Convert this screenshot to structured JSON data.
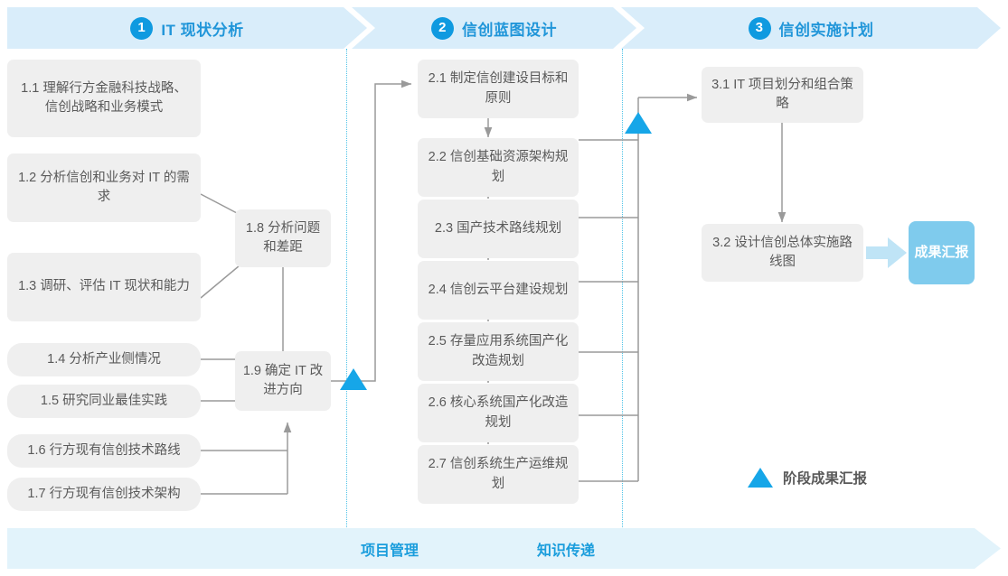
{
  "phases": [
    {
      "number": "1",
      "title": "IT 现状分析"
    },
    {
      "number": "2",
      "title": "信创蓝图设计"
    },
    {
      "number": "3",
      "title": "信创实施计划"
    }
  ],
  "phase1_tasks": [
    {
      "id": "1.1",
      "label": "1.1 理解行方金融科技战略、信创战略和业务模式"
    },
    {
      "id": "1.2",
      "label": "1.2 分析信创和业务对 IT 的需求"
    },
    {
      "id": "1.3",
      "label": "1.3 调研、评估 IT 现状和能力"
    },
    {
      "id": "1.4",
      "label": "1.4 分析产业侧情况"
    },
    {
      "id": "1.5",
      "label": "1.5 研究同业最佳实践"
    },
    {
      "id": "1.6",
      "label": "1.6 行方现有信创技术路线"
    },
    {
      "id": "1.7",
      "label": "1.7 行方现有信创技术架构"
    },
    {
      "id": "1.8",
      "label": "1.8 分析问题和差距"
    },
    {
      "id": "1.9",
      "label": "1.9 确定 IT 改进方向"
    }
  ],
  "phase2_tasks": [
    {
      "id": "2.1",
      "label": "2.1 制定信创建设目标和原则"
    },
    {
      "id": "2.2",
      "label": "2.2 信创基础资源架构规划"
    },
    {
      "id": "2.3",
      "label": "2.3 国产技术路线规划"
    },
    {
      "id": "2.4",
      "label": "2.4 信创云平台建设规划"
    },
    {
      "id": "2.5",
      "label": "2.5 存量应用系统国产化改造规划"
    },
    {
      "id": "2.6",
      "label": "2.6 核心系统国产化改造规划"
    },
    {
      "id": "2.7",
      "label": "2.7 信创系统生产运维规划"
    }
  ],
  "phase3_tasks": [
    {
      "id": "3.1",
      "label": "3.1 IT 项目划分和组合策略"
    },
    {
      "id": "3.2",
      "label": "3.2 设计信创总体实施路线图"
    }
  ],
  "result_chip": {
    "label": "成果汇报"
  },
  "legend": {
    "icon": "milestone-triangle-icon",
    "label": "阶段成果汇报"
  },
  "footer": {
    "labels": [
      "项目管理",
      "知识传递"
    ]
  },
  "colors": {
    "band_fill": "#d9edfa",
    "accent_blue": "#0f9ae0",
    "title_blue": "#2196d9",
    "box_fill": "#efefef",
    "box_text": "#5a5a5a",
    "connector": "#9a9a9a",
    "divider_dotted": "#4fc3e8",
    "milestone": "#16a6e8",
    "chip_fill": "#7fcbed",
    "footer_fill": "#e2f3fb",
    "footer_text": "#1a9ddc",
    "chip_arrow": "#bfe4f6"
  }
}
